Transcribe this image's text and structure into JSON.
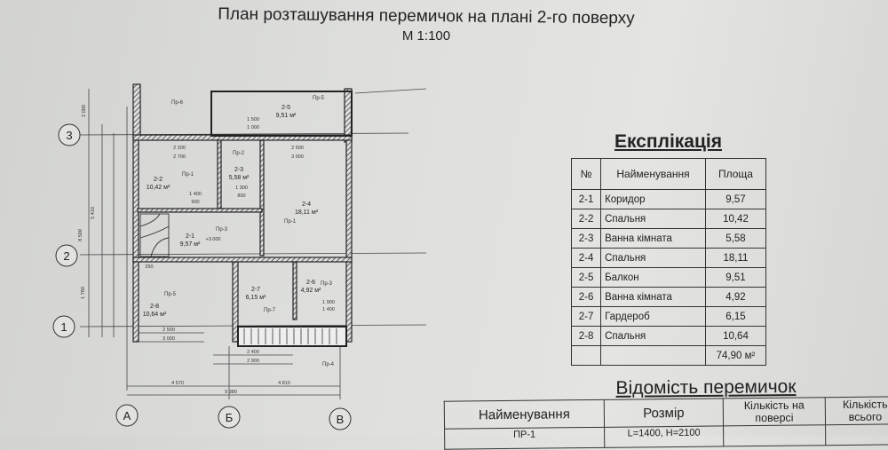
{
  "header": {
    "title": "План розташування перемичок на плані 2-го поверху",
    "scale": "М 1:100"
  },
  "plan": {
    "axes": {
      "a": "А",
      "b": "Б",
      "v": "В",
      "n1": "1",
      "n2": "2",
      "n3": "3"
    },
    "rooms": [
      {
        "id": "2-1",
        "area": "9,57 м²"
      },
      {
        "id": "2-2",
        "area": "10,42 м²"
      },
      {
        "id": "2-3",
        "area": "5,58 м²"
      },
      {
        "id": "2-4",
        "area": "18,11 м²"
      },
      {
        "id": "2-5",
        "area": "9,51 м²"
      },
      {
        "id": "2-6",
        "area": "4,92 м²"
      },
      {
        "id": "2-7",
        "area": "6,15 м²"
      },
      {
        "id": "2-8",
        "area": "10,64 м²"
      }
    ],
    "lintel_tags": [
      "Пр-1",
      "Пр-2",
      "Пр-3",
      "Пр-4",
      "Пр-5",
      "Пр-6",
      "Пр-7"
    ],
    "dimensions": {
      "d4570": "4 570",
      "d4810": "4 810",
      "d9380": "9 380",
      "d2500": "2 500",
      "d3000": "3 000",
      "d2200": "2 200",
      "d2700": "2 700",
      "d1500": "1 500",
      "d1000": "1 000",
      "d2400": "2 400",
      "d2900": "2 900",
      "d1400": "1 400",
      "d1300": "1 300",
      "d1900": "1 900",
      "d250": "250",
      "d900": "900",
      "d800": "800",
      "v5410": "5 410",
      "v8500": "8 500",
      "v2000": "2 000",
      "v1780": "1 780",
      "lvl": "+3.000"
    }
  },
  "explication": {
    "title": "Експлікація",
    "headers": [
      "№",
      "Найменування",
      "Площа"
    ],
    "rows": [
      [
        "2-1",
        "Коридор",
        "9,57"
      ],
      [
        "2-2",
        "Спальня",
        "10,42"
      ],
      [
        "2-3",
        "Ванна кімната",
        "5,58"
      ],
      [
        "2-4",
        "Спальня",
        "18,11"
      ],
      [
        "2-5",
        "Балкон",
        "9,51"
      ],
      [
        "2-6",
        "Ванна кімната",
        "4,92"
      ],
      [
        "2-7",
        "Гардероб",
        "6,15"
      ],
      [
        "2-8",
        "Спальня",
        "10,64"
      ]
    ],
    "total": "74,90 м²"
  },
  "lintels": {
    "title": "Відомість перемичок",
    "headers": [
      "Найменування",
      "Розмір",
      "Кількість на поверсі",
      "Кількість всього"
    ],
    "rows": [
      [
        "ПР-1",
        "L=1400, H=2100",
        "",
        ""
      ]
    ]
  }
}
